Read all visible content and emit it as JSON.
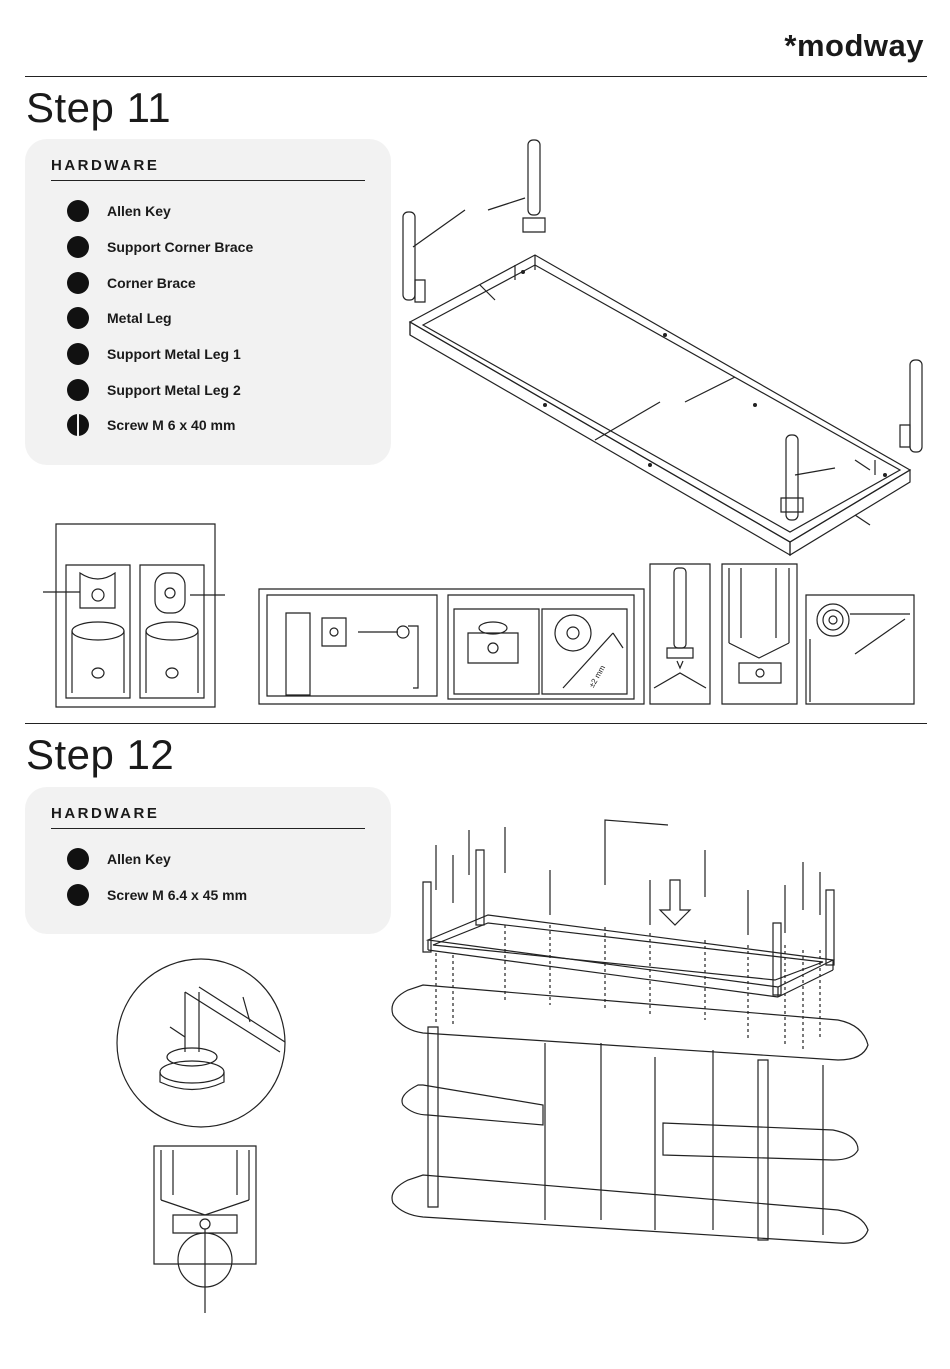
{
  "brand": {
    "logo": "*modway"
  },
  "step11": {
    "title": "Step 11",
    "hardware_title": "HARDWARE",
    "items": [
      {
        "label": "Allen Key",
        "icon": "filled-circle"
      },
      {
        "label": "Support Corner Brace",
        "icon": "filled-circle"
      },
      {
        "label": "Corner Brace",
        "icon": "filled-circle"
      },
      {
        "label": "Metal Leg",
        "icon": "filled-circle"
      },
      {
        "label": "Support Metal Leg 1",
        "icon": "filled-circle"
      },
      {
        "label": "Support Metal Leg 2",
        "icon": "filled-circle"
      },
      {
        "label": "Screw M 6 x 40 mm",
        "icon": "split-circle"
      }
    ],
    "detail_note": "±2 mm"
  },
  "step12": {
    "title": "Step 12",
    "hardware_title": "HARDWARE",
    "items": [
      {
        "label": "Allen Key",
        "icon": "filled-circle"
      },
      {
        "label": "Screw M 6.4 x 45 mm",
        "icon": "filled-circle"
      }
    ]
  }
}
